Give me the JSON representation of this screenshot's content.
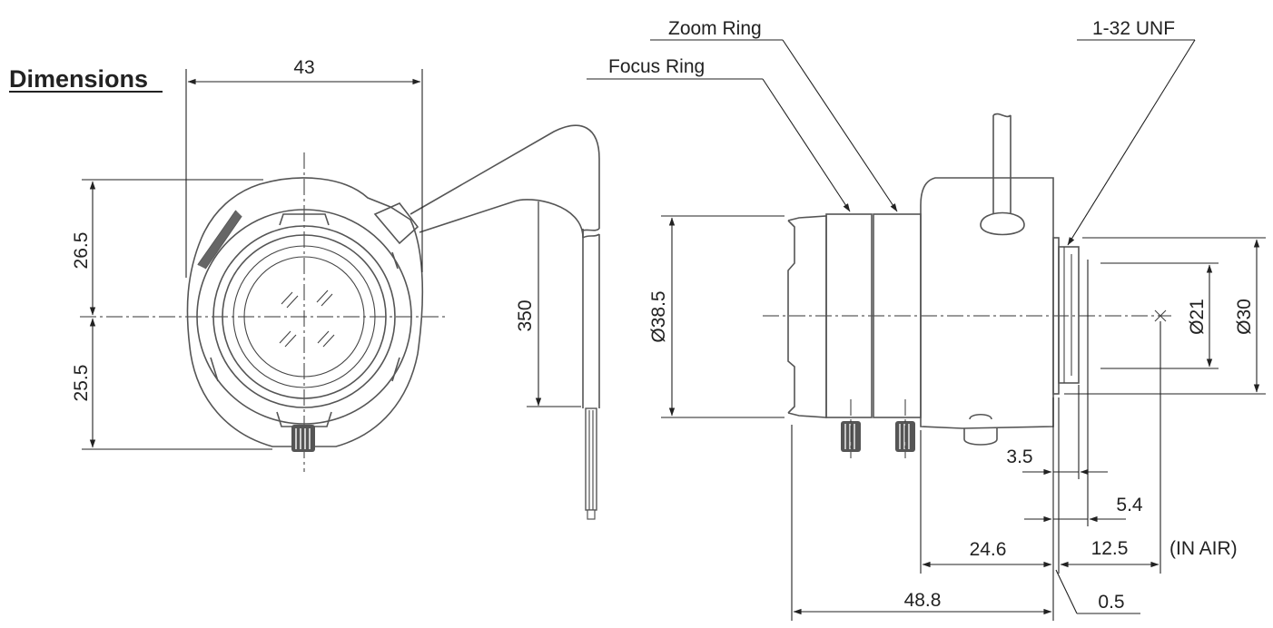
{
  "heading": "Dimensions",
  "labels": {
    "zoom_ring": "Zoom Ring",
    "focus_ring": "Focus Ring",
    "mount_thread": "1-32 UNF",
    "in_air": "(IN AIR)"
  },
  "dimensions": {
    "width_front": "43",
    "height_upper": "26.5",
    "height_lower": "25.5",
    "cable_length": "350",
    "barrel_diameter": "Ø38.5",
    "flange_diameter_inner": "Ø21",
    "flange_diameter_outer": "Ø30",
    "flange_3_5": "3.5",
    "flange_5_4": "5.4",
    "body_24_6": "24.6",
    "back_focus_12_5": "12.5",
    "overall_48_8": "48.8",
    "offset_0_5": "0.5"
  },
  "colors": {
    "line": "#555555",
    "text": "#222222"
  }
}
